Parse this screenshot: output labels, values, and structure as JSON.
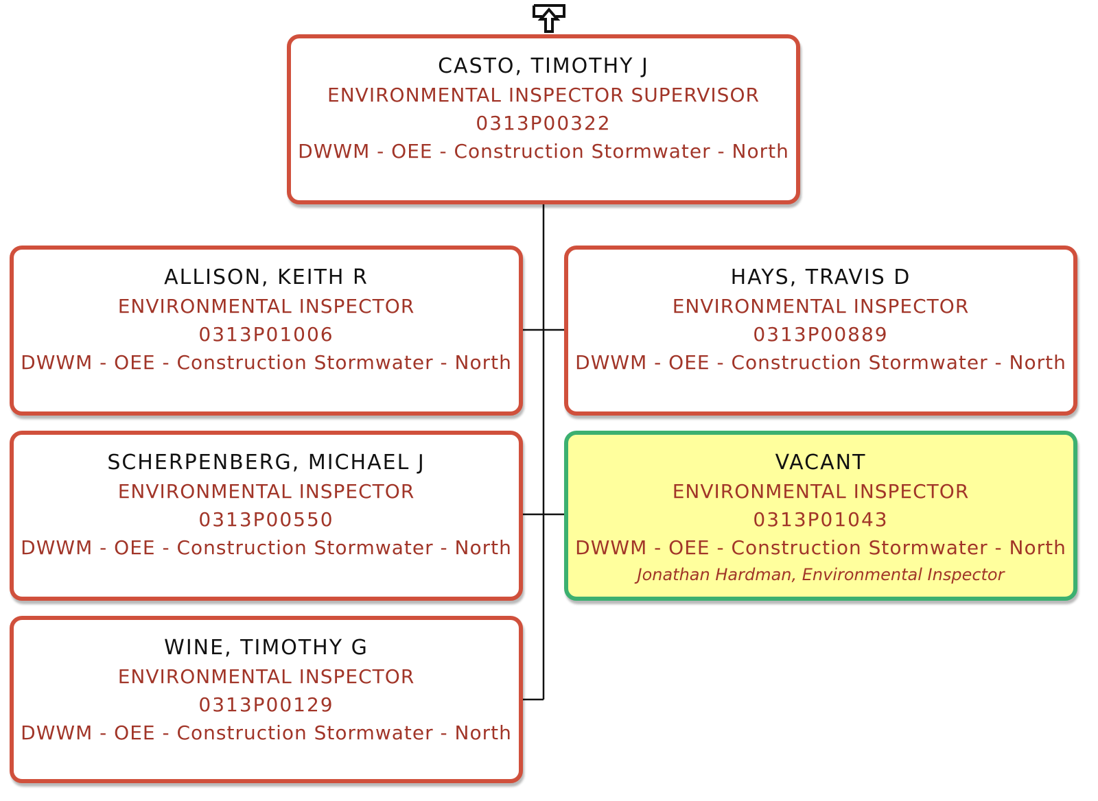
{
  "nav": {
    "up_icon": "up-arrow-icon"
  },
  "supervisor": {
    "name": "CASTO, TIMOTHY J",
    "title": "ENVIRONMENTAL INSPECTOR SUPERVISOR",
    "position_number": "0313P00322",
    "unit": "DWWM - OEE - Construction Stormwater - North"
  },
  "reports": [
    {
      "name": "ALLISON, KEITH R",
      "title": "ENVIRONMENTAL INSPECTOR",
      "position_number": "0313P01006",
      "unit": "DWWM - OEE - Construction Stormwater - North"
    },
    {
      "name": "HAYS, TRAVIS D",
      "title": "ENVIRONMENTAL INSPECTOR",
      "position_number": "0313P00889",
      "unit": "DWWM - OEE - Construction Stormwater - North"
    },
    {
      "name": "SCHERPENBERG, MICHAEL J",
      "title": "ENVIRONMENTAL INSPECTOR",
      "position_number": "0313P00550",
      "unit": "DWWM - OEE - Construction Stormwater - North"
    },
    {
      "name": "VACANT",
      "title": "ENVIRONMENTAL INSPECTOR",
      "position_number": "0313P01043",
      "unit": "DWWM - OEE - Construction Stormwater - North",
      "note": "Jonathan Hardman, Environmental Inspector"
    },
    {
      "name": "WINE, TIMOTHY G",
      "title": "ENVIRONMENTAL INSPECTOR",
      "position_number": "0313P00129",
      "unit": "DWWM - OEE - Construction Stormwater - North"
    }
  ],
  "colors": {
    "filled_border": "#d0503c",
    "vacant_border": "#3cb070",
    "vacant_fill": "#ffff9d",
    "detail_text": "#a13528",
    "name_text": "#111111"
  }
}
